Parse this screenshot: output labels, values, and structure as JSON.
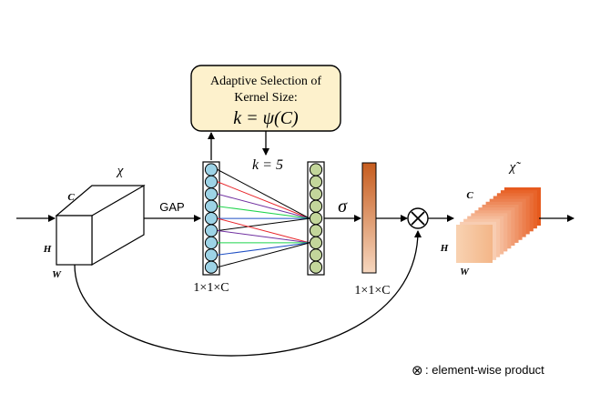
{
  "selection_box": {
    "line1": "Adaptive Selection of",
    "line2": "Kernel Size:",
    "formula": "k = ψ(C)",
    "fill": "#fdf1cc"
  },
  "k_value": "k = 5",
  "gap_label": "GAP",
  "input_tensor": {
    "name": "χ",
    "c": "C",
    "h": "H",
    "w": "W"
  },
  "output_tensor": {
    "name": "χ̃",
    "c": "C",
    "h": "H",
    "w": "W"
  },
  "sigma_label": "σ",
  "dim_gap": "1×1×C",
  "dim_attention": "1×1×C",
  "legend": {
    "symbol": "⊗",
    "text": ": element-wise product"
  },
  "colors": {
    "gap_node": "#9dd3e6",
    "conv_node": "#c3d69b",
    "attention_top": "#c65c1e",
    "attention_bottom": "#f6d7bf",
    "line_red": "#e8262b",
    "line_purple": "#7030a0",
    "line_green": "#1fd44c",
    "line_blue": "#1f4fc4",
    "line_black": "#000000"
  }
}
